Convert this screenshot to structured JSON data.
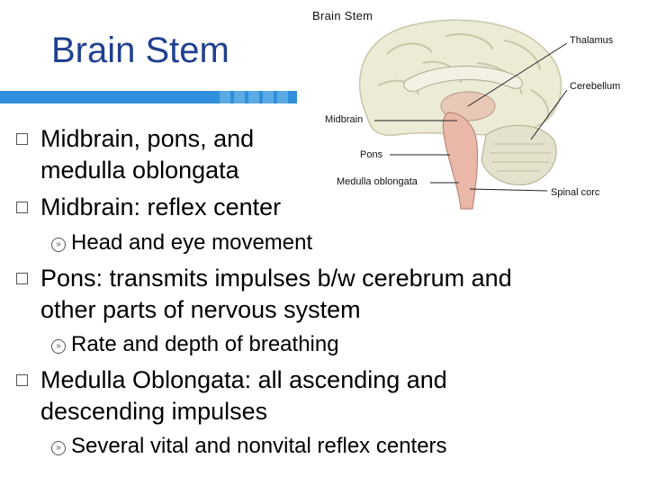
{
  "slide": {
    "title": "Brain Stem"
  },
  "figure": {
    "title": "Brain Stem",
    "labels": {
      "thalamus": "Thalamus",
      "cerebellum": "Cerebellum",
      "midbrain": "Midbrain",
      "pons": "Pons",
      "medulla": "Medulla oblongata",
      "spinal": "Spinal corc"
    }
  },
  "bullets": {
    "b1_line1": "Midbrain, pons, and",
    "b1_line2": "medulla oblongata",
    "b2": "Midbrain: reflex center",
    "b2_sub": "Head and eye movement",
    "b3_line1": "Pons: transmits impulses b/w cerebrum and",
    "b3_line2": "other parts of nervous system",
    "b3_sub": "Rate and depth of breathing",
    "b4_line1": "Medulla Oblongata: all ascending and",
    "b4_line2": "descending impulses",
    "b4_sub": "Several vital and nonvital reflex centers"
  },
  "colors": {
    "title": "#1f3f8f",
    "bar": "#2f8fdc"
  }
}
